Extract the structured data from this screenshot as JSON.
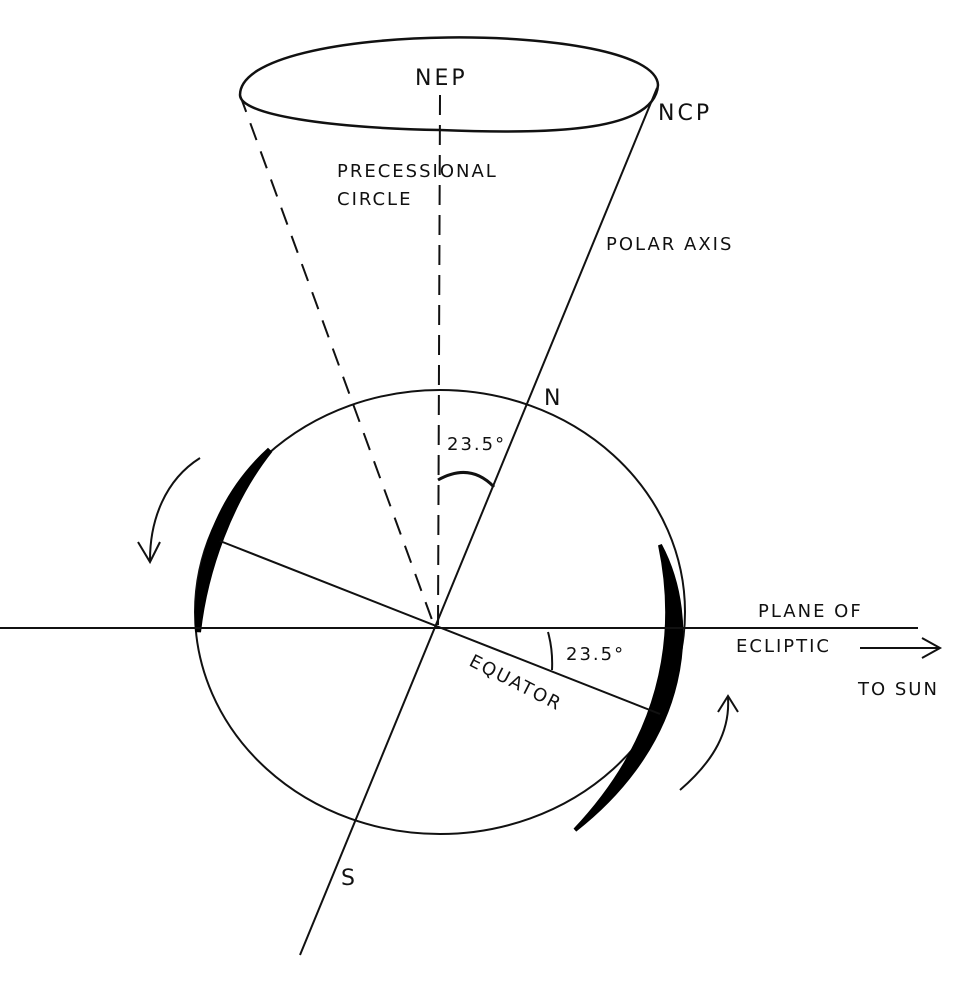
{
  "labels": {
    "nep": "NEP",
    "ncp": "NCP",
    "precessional_line1": "PRECESSIONAL",
    "precessional_line2": "CIRCLE",
    "polar_axis": "POLAR AXIS",
    "north": "N",
    "south": "S",
    "axial_tilt_angle": "23.5°",
    "equator_angle": "23.5°",
    "equator": "EQUATOR",
    "plane_line1": "PLANE OF",
    "plane_line2": "ECLIPTIC",
    "to_sun": "TO SUN"
  },
  "colors": {
    "ink": "#111111",
    "shading": "#000000",
    "background": "#ffffff"
  }
}
